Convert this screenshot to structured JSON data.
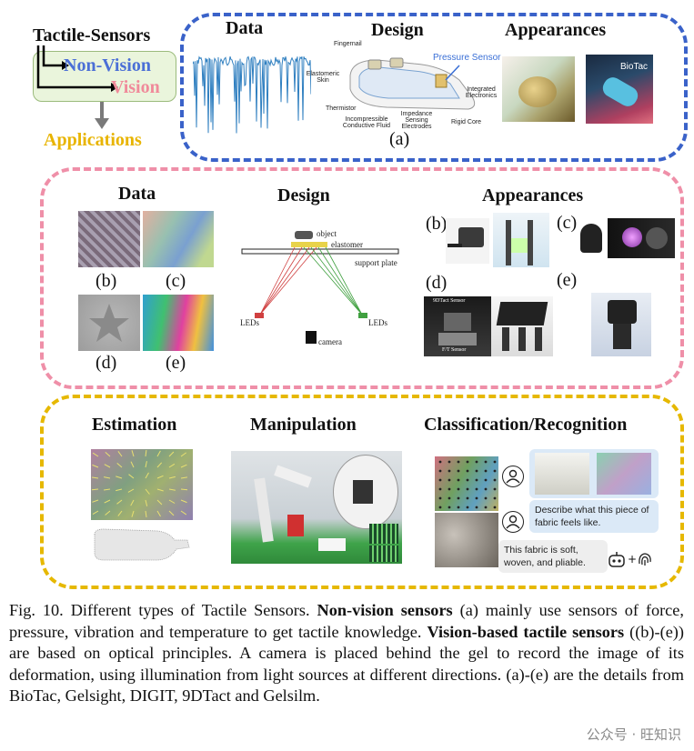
{
  "legend": {
    "title": "Tactile-Sensors",
    "non_vision": "Non-Vision",
    "vision": "Vision",
    "applications": "Applications"
  },
  "panel_a": {
    "data": "Data",
    "design": "Design",
    "appearances": "Appearances",
    "tag": "(a)",
    "labels": {
      "fingernail": "Fingernail",
      "skin": "Elastomeric Skin",
      "pressure": "Pressure Sensor",
      "electronics": "Integrated Electronics",
      "thermistor": "Thermistor",
      "fluid": "Incompressible Conductive Fluid",
      "impedance": "Impedance Sensing Electrodes",
      "core": "Rigid Core",
      "biotac": "BioTac"
    }
  },
  "panel_b": {
    "data": "Data",
    "design": "Design",
    "appearances": "Appearances",
    "tags": {
      "b": "(b)",
      "c": "(c)",
      "d": "(d)",
      "e": "(e)"
    },
    "design_labels": {
      "object": "object",
      "elastomer": "elastomer",
      "support": "support plate",
      "leds": "LEDs",
      "camera": "camera"
    },
    "nine_d": "9DTact Sensor",
    "ft": "F/T Sensor"
  },
  "panel_c": {
    "estimation": "Estimation",
    "manipulation": "Manipulation",
    "classification": "Classification/Recognition",
    "question": "Describe what this piece of fabric feels like.",
    "answer": "This fabric is soft, woven, and pliable."
  },
  "caption": {
    "fig": "Fig. 10.",
    "s1": "Different types of Tactile Sensors.",
    "b1": "Non-vision sensors",
    "s2": "(a) mainly use sensors of force, pressure, vibration and temperature to get tactile knowledge.",
    "b2": "Vision-based tactile sensors",
    "s3": "((b)-(e)) are based on optical principles. A camera is placed behind the gel to record the image of its deformation, using illumination from light sources at different directions. (a)-(e) are the details from BioTac, Gelsight, DIGIT, 9DTact and Gelsilm."
  },
  "watermark": "公众号 · 旺知识",
  "colors": {
    "blue": "#3a62c9",
    "pink": "#ef8fa8",
    "yellow": "#e6b800",
    "non_vision_text": "#4b6fd6",
    "vision_text": "#f08a9a",
    "applications_text": "#e8b400",
    "legend_fill": "#eaf5dc"
  }
}
